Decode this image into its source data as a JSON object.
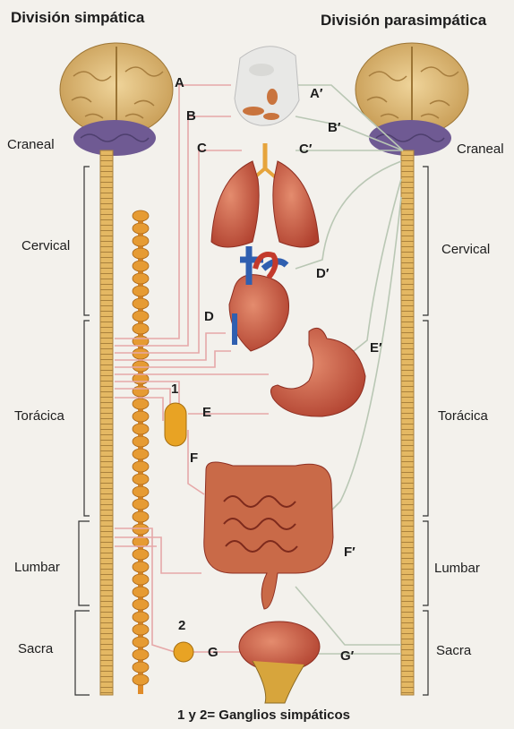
{
  "header": {
    "left_title": "División simpática",
    "right_title": "División parasimpática"
  },
  "left_regions": [
    "Craneal",
    "Cervical",
    "Torácica",
    "Lumbar",
    "Sacra"
  ],
  "right_regions": [
    "Craneal",
    "Cervical",
    "Torácica",
    "Lumbar",
    "Sacra"
  ],
  "sympathetic_letters": [
    "A",
    "B",
    "C",
    "D",
    "E",
    "F",
    "G"
  ],
  "parasympathetic_letters": [
    "A′",
    "B′",
    "C′",
    "D′",
    "E′",
    "F′",
    "G′"
  ],
  "ganglia": [
    "1",
    "2"
  ],
  "caption": "1 y 2= Ganglios simpáticos",
  "colors": {
    "brain": "#d9b978",
    "brainstem": "#6f5a93",
    "spinal_cord": "#e2b55e",
    "ganglion_chain": "#e69b33",
    "organ_red": "#c9563f",
    "nerve_pink": "#e6a8a8",
    "nerve_gray": "#b9c7b4"
  }
}
